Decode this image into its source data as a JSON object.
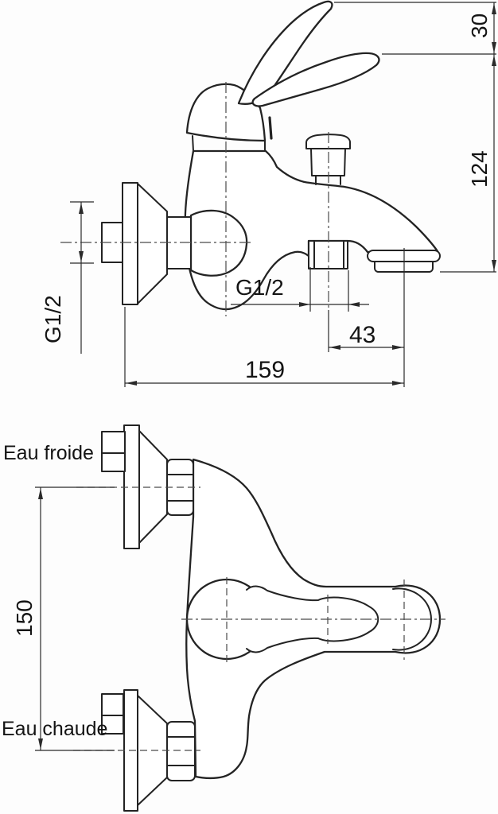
{
  "colors": {
    "background": "#ffffff",
    "line": "#232323",
    "centerline": "#4a4a4a",
    "text": "#141414"
  },
  "side_view": {
    "dim_30": "30",
    "dim_124": "124",
    "dim_43": "43",
    "dim_159": "159",
    "thread_wall": "G1/2",
    "thread_hose": "G1/2"
  },
  "front_view": {
    "label_cold": "Eau froide",
    "label_hot": "Eau chaude",
    "dim_150": "150"
  }
}
